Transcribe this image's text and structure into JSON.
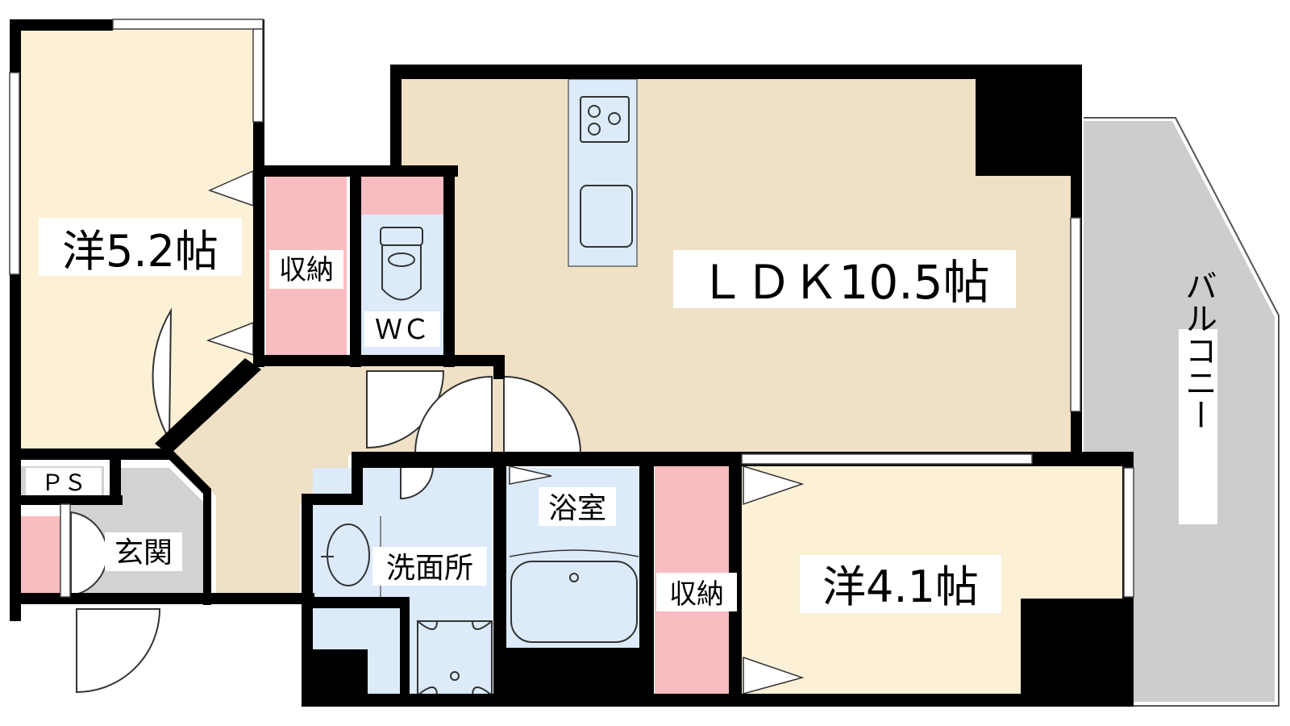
{
  "rooms": {
    "western_room_1": "洋5.2帖",
    "ldk": "ＬＤＫ10.5帖",
    "western_room_2": "洋4.1帖",
    "storage_1": "収納",
    "storage_2": "収納",
    "wc": "ＷＣ",
    "bathroom": "浴室",
    "washroom": "洗面所",
    "entrance": "玄関",
    "ps": "ＰＳ",
    "balcony": "バルコニー"
  },
  "colors": {
    "western_room": "#fcf1d6",
    "ldk": "#efe0c6",
    "storage": "#f9bcc0",
    "wet_area": "#dceafa",
    "entrance_floor": "#d2d2d2",
    "balcony": "#cdcdcd",
    "wall": "#000000"
  }
}
